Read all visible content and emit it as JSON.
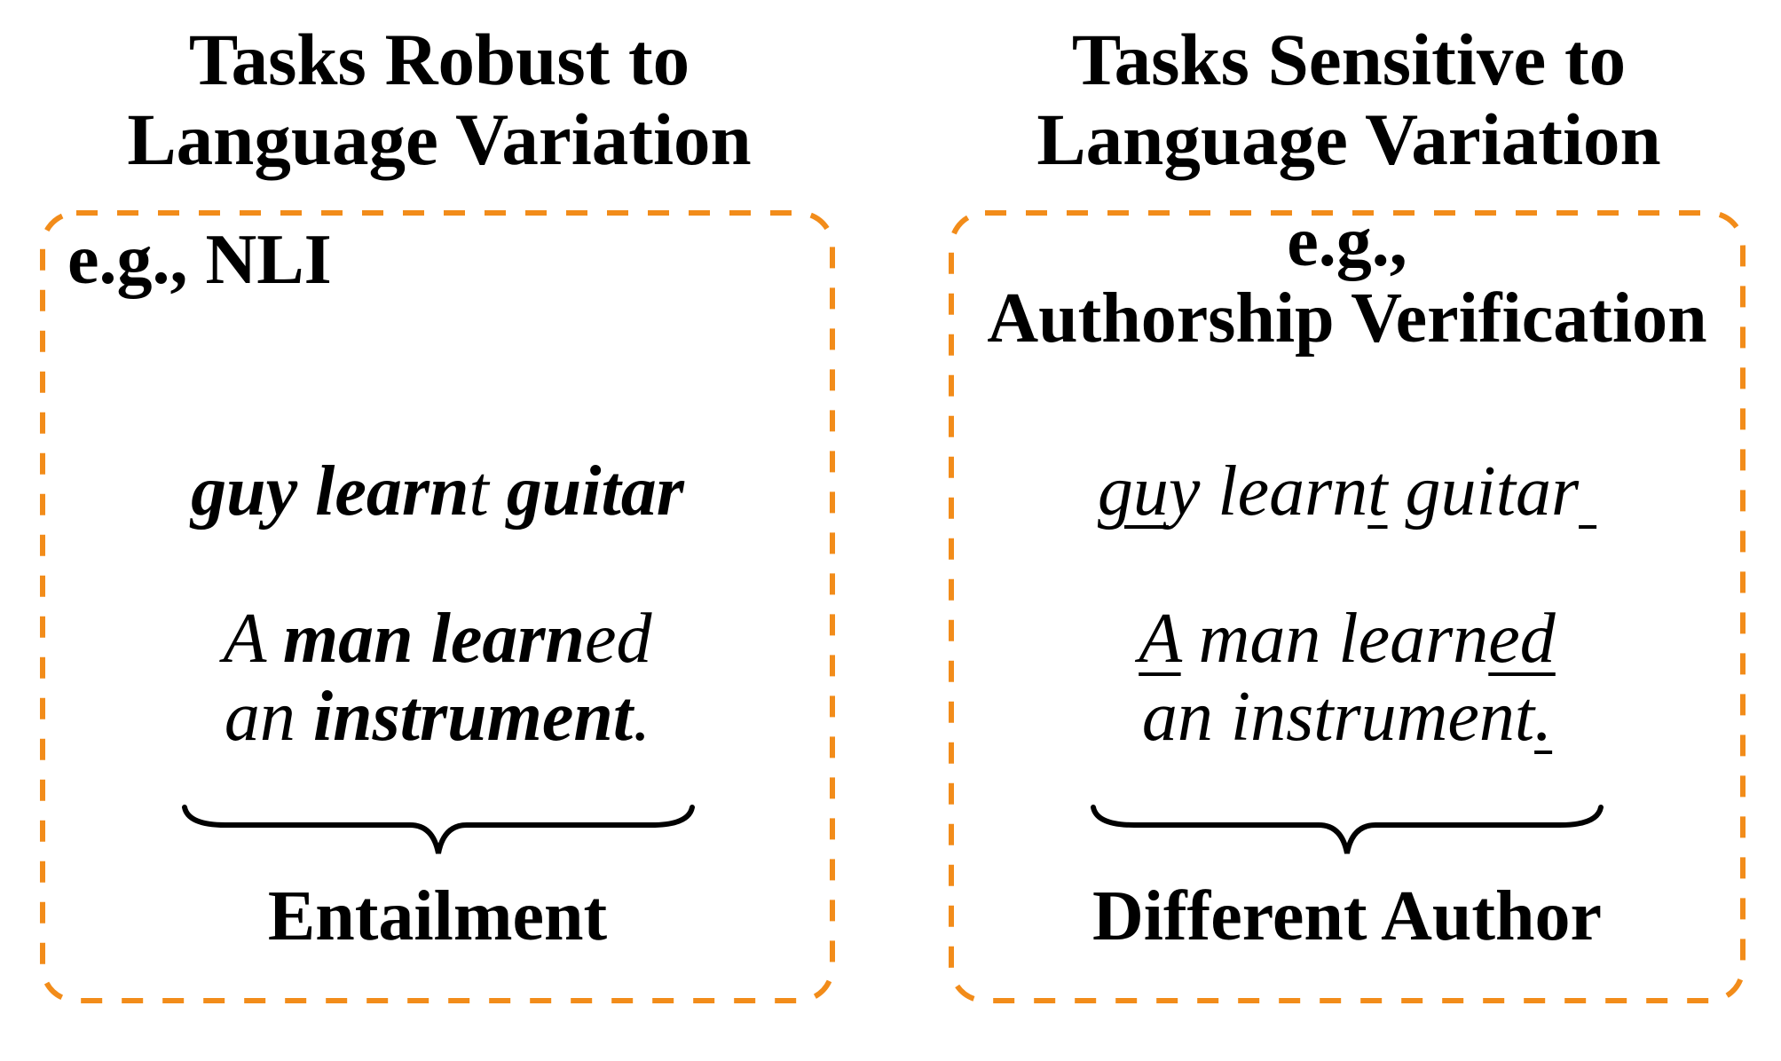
{
  "colors": {
    "frame": "#F28C1A",
    "text": "#000000"
  },
  "left": {
    "heading": [
      "Tasks Robust to",
      "Language Variation"
    ],
    "example": "e.g., NLI",
    "sentence1": {
      "a": "guy learn",
      "b": "t",
      "c": " guitar"
    },
    "sentence2": {
      "line1": {
        "a": "A ",
        "b": "man learn",
        "c": "ed"
      },
      "line2": {
        "a": "an ",
        "b": "instrument",
        "c": "."
      }
    },
    "label": "Entailment"
  },
  "right": {
    "heading": [
      "Tasks Sensitive to",
      "Language Variation"
    ],
    "example": [
      "e.g.,",
      "Authorship Verification"
    ],
    "sentence1": {
      "u1": "gu",
      "t1": "y learn",
      "u2": "t",
      "t2": " guitar",
      "u3": " "
    },
    "sentence2": {
      "line1": {
        "u1": "A",
        "t1": " man learn",
        "u2": "ed"
      },
      "line2": {
        "t1": "an instrument",
        "u2": "."
      }
    },
    "label": "Different Author"
  }
}
